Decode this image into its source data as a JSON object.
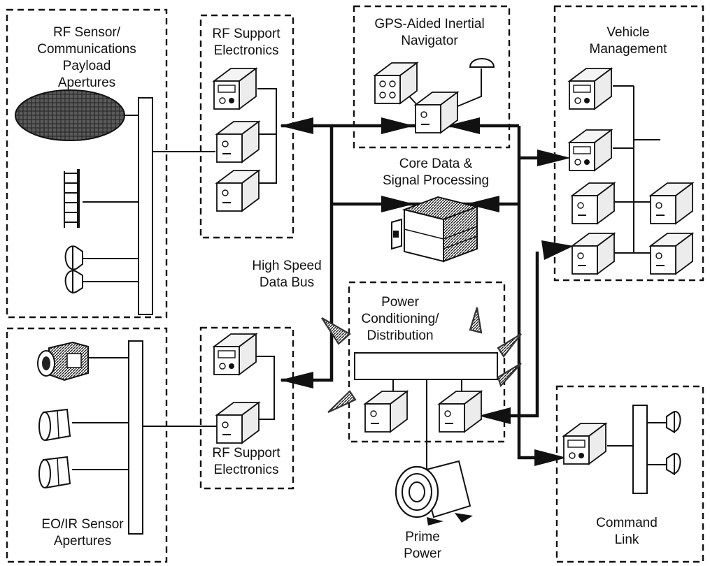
{
  "labels": {
    "rf_sensor_payload": [
      "RF Sensor/",
      "Communications",
      "Payload",
      "Apertures"
    ],
    "rf_support_top": [
      "RF Support",
      "Electronics"
    ],
    "gps_navigator": [
      "GPS-Aided Inertial",
      "Navigator"
    ],
    "vehicle_management": [
      "Vehicle",
      "Management"
    ],
    "core_processing": [
      "Core Data &",
      "Signal Processing"
    ],
    "high_speed_bus": [
      "High Speed",
      "Data Bus"
    ],
    "power_conditioning": [
      "Power",
      "Conditioning/",
      "Distribution"
    ],
    "eo_ir_apertures": [
      "EO/IR Sensor",
      "Apertures"
    ],
    "rf_support_bottom": [
      "RF Support",
      "Electronics"
    ],
    "prime_power": [
      "Prime",
      "Power"
    ],
    "command_link": [
      "Command",
      "Link"
    ]
  }
}
